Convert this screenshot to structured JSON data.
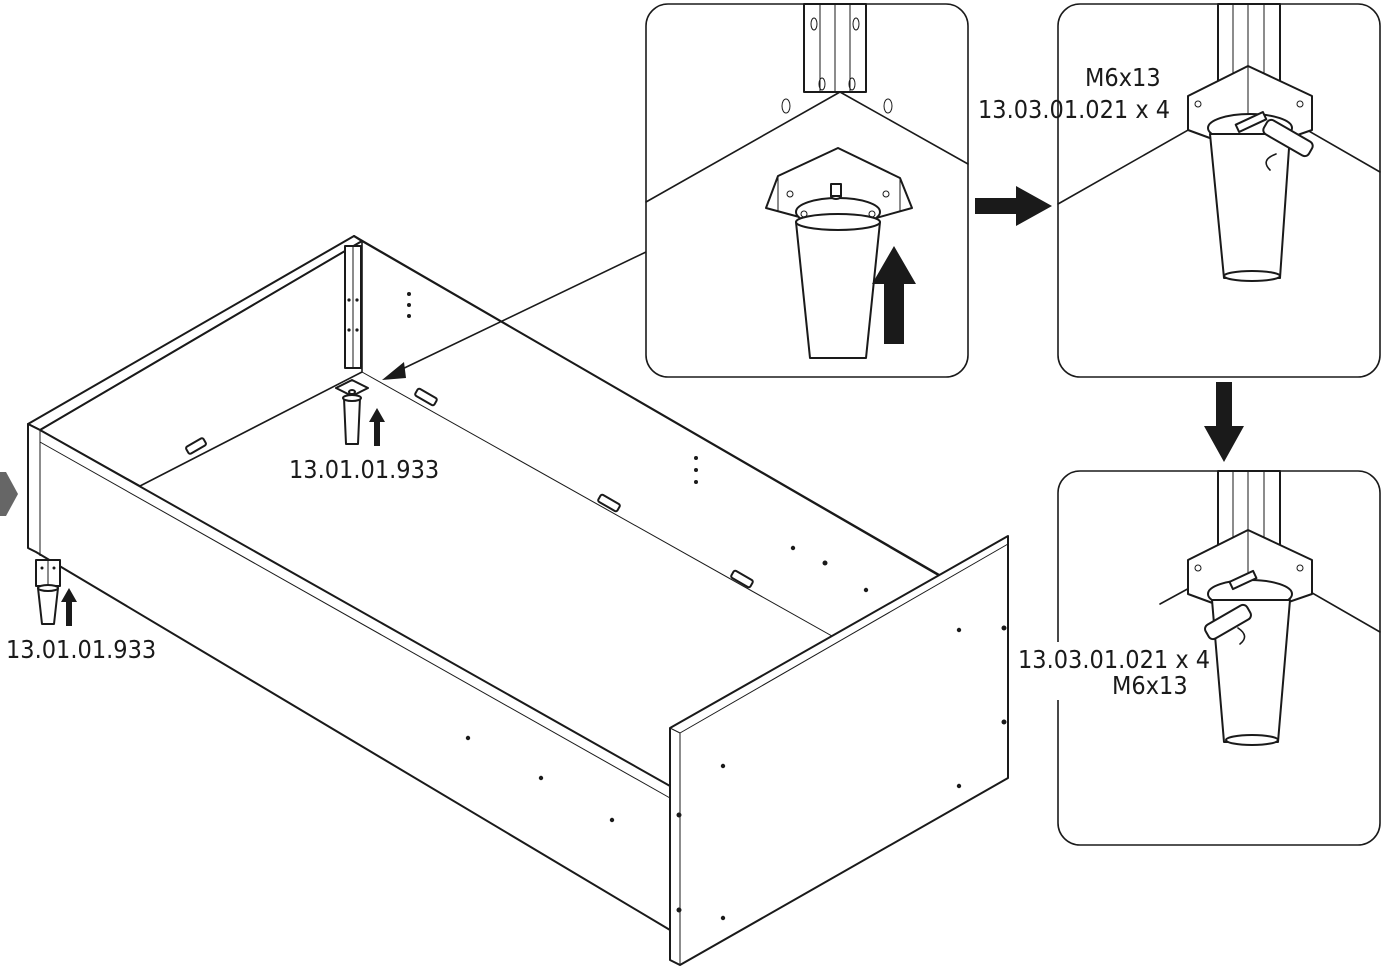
{
  "parts": {
    "leg_code": "13.01.01.933",
    "screw_code": "13.03.01.021 x 4",
    "screw_size": "M6x13"
  },
  "labels": {
    "leg_inner": "13.01.01.933",
    "leg_outer": "13.01.01.933",
    "panel2_size": "M6x13",
    "panel2_code": "13.03.01.021 x 4",
    "panel3_code": "13.03.01.021 x 4",
    "panel3_size": "M6x13"
  },
  "colors": {
    "line": "#1a1a1a",
    "previous_step_marker": "#666666"
  },
  "icons": {
    "step_flow_arrow": "arrow-right-icon",
    "step_flow_arrow_down": "arrow-down-icon",
    "push_up_arrow": "arrow-up-icon",
    "screwdriver": "screwdriver-icon"
  }
}
